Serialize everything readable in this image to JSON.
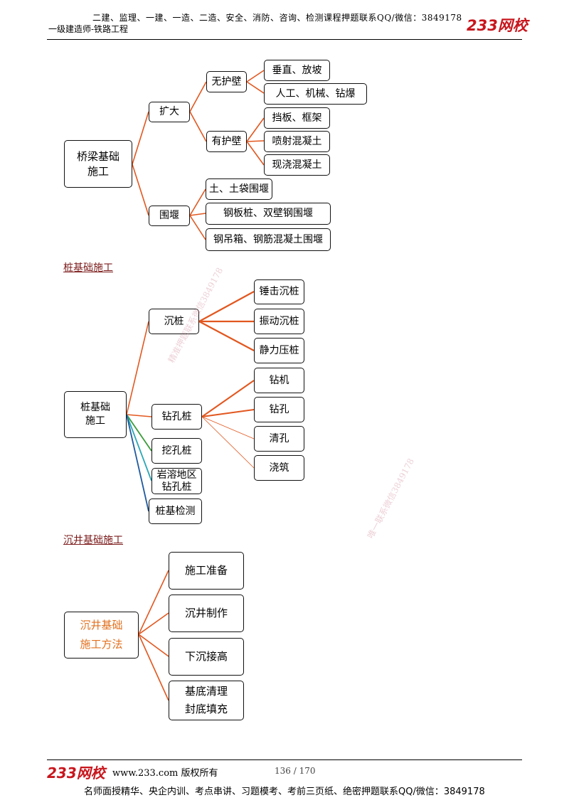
{
  "header": {
    "line1": "二建、监理、一建、一造、二造、安全、消防、咨询、检测课程押题联系QQ/微信：3849178",
    "line2": "一级建造师-铁路工程",
    "logo": "233网校"
  },
  "colors": {
    "line": "#e2571f",
    "brand": "#c8161d",
    "section_title": "#7b1a1a"
  },
  "diagram1": {
    "root": [
      "桥梁基础",
      "施工"
    ],
    "kuoda": "扩大",
    "wuhubi": "无护壁",
    "wuhubi_children": [
      "垂直、放坡",
      "人工、机械、钻爆"
    ],
    "youhubi": "有护壁",
    "youhubi_children": [
      "挡板、框架",
      "喷射混凝土",
      "现浇混凝土"
    ],
    "weiyan": "围堰",
    "weiyan_children": [
      "土、土袋围堰",
      "钢板桩、双壁钢围堰",
      "钢吊箱、钢筋混凝土围堰"
    ]
  },
  "section2_title": "桩基础施工",
  "diagram2": {
    "root": [
      "桩基础",
      "施工"
    ],
    "chenzhuang": "沉桩",
    "chenzhuang_children": [
      "锤击沉桩",
      "振动沉桩",
      "静力压桩"
    ],
    "zuankongzhuang": "钻孔桩",
    "zuankong_children": [
      "钻机",
      "钻孔",
      "清孔",
      "浇筑"
    ],
    "wakongzhuang": "挖孔桩",
    "yanrong": [
      "岩溶地区",
      "钻孔桩"
    ],
    "jiance": "桩基检测"
  },
  "section3_title": "沉井基础施工",
  "diagram3": {
    "root": [
      "沉井基础",
      "施工方法"
    ],
    "children": [
      [
        "施工准备"
      ],
      [
        "沉井制作"
      ],
      [
        "下沉接高"
      ],
      [
        "基底清理",
        "封底填充"
      ]
    ]
  },
  "watermarks": [
    "精准押题联系微信3849178",
    "唯一联系微信3849178"
  ],
  "footer": {
    "logo": "233网校",
    "site": "www.233.com 版权所有",
    "page": "136 / 170",
    "bottom": "名师面授精华、央企内训、考点串讲、习题模考、考前三页纸、绝密押题联系QQ/微信：3849178"
  }
}
